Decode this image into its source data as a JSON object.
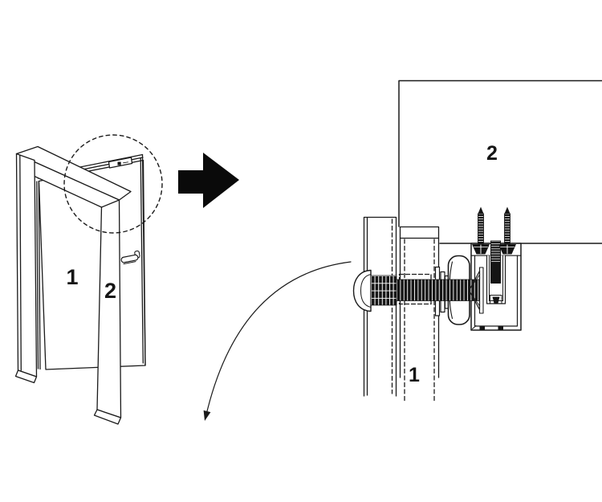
{
  "page": {
    "background": "#ffffff",
    "description_labels": {
      "overview_frame_label": "1",
      "overview_door_label": "2",
      "detail_frame_label": "1",
      "detail_panel_label": "2"
    }
  },
  "overview": {
    "frame_label": "1",
    "door_label": "2"
  },
  "detail": {
    "frame_label": "1",
    "panel_label": "2"
  },
  "colors": {
    "line": "#1a1a1a",
    "dark_fill": "#151515",
    "background": "#ffffff"
  },
  "icons": {
    "transition_arrow": "right-arrow-icon",
    "swing_arrow": "curved-swing-arrow-icon",
    "callout_circle": "dashed-callout-circle"
  }
}
